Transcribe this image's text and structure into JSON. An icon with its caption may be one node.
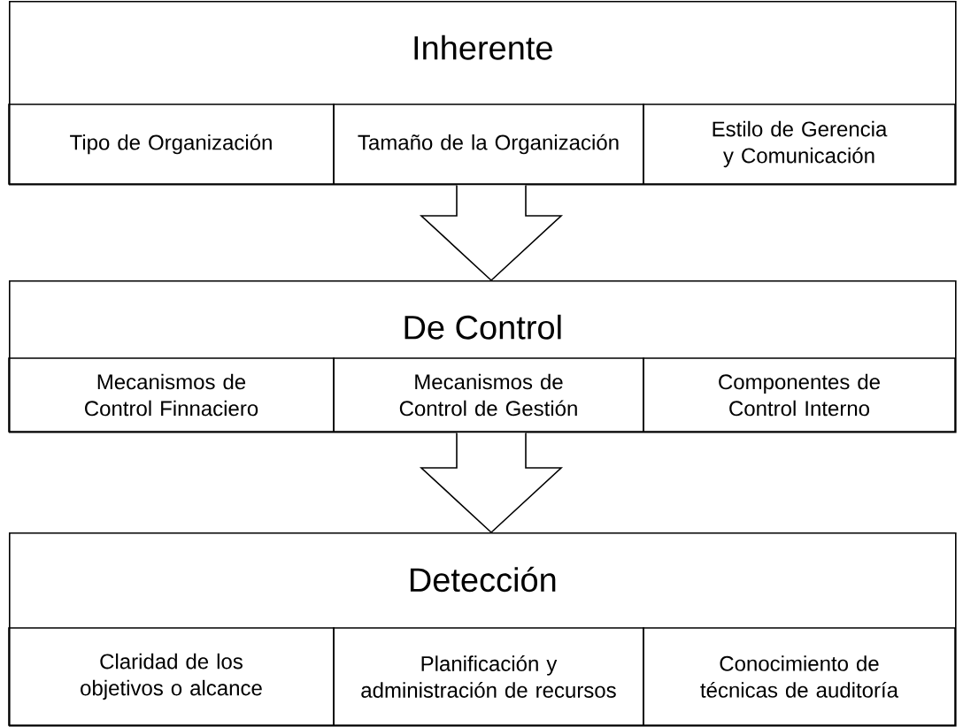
{
  "diagram": {
    "nodes": [
      {
        "text": [
          "Inherente"
        ]
      },
      {
        "text": [
          "Tipo de Organización"
        ],
        "in": 0
      },
      {
        "text": [
          "Tamaño de la Organización"
        ],
        "in": 0
      },
      {
        "text": [
          "Estilo de Gerencia y Comunicación"
        ],
        "in": 0
      },
      {
        "text": [
          "De Control"
        ]
      },
      {
        "text": [
          "Mecanismos de Control Finnaciero"
        ],
        "in": 4
      },
      {
        "text": [
          "Mecanismos de Control de Gestión"
        ],
        "in": 4
      },
      {
        "text": [
          "Componentes de Control Interno"
        ],
        "in": 4
      },
      {
        "text": [
          "Detección"
        ]
      },
      {
        "text": [
          "Claridad de los objetivos o alcance"
        ],
        "in": 8
      },
      {
        "text": [
          "Planificación y administración de recursos"
        ],
        "in": 8
      },
      {
        "text": [
          "Conocimiento de técnicas de auditoría"
        ],
        "in": 8
      }
    ],
    "edges": [
      {
        "from": 0,
        "to": 4,
        "arrow": "to"
      },
      {
        "from": 4,
        "to": 8,
        "arrow": "to"
      }
    ]
  }
}
